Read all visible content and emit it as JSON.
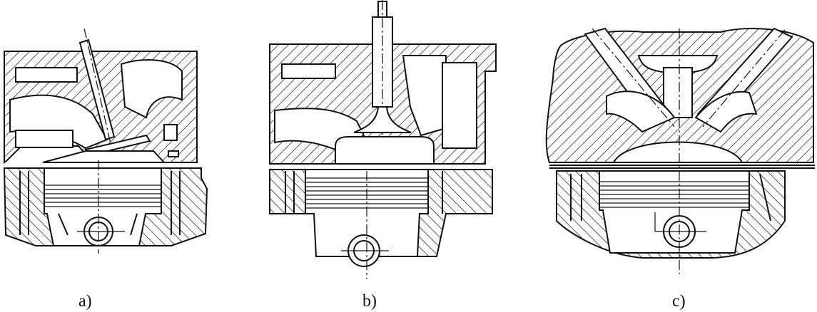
{
  "figure": {
    "panels": [
      {
        "label": "a)",
        "subject": "combustion-chamber-inclined-valve"
      },
      {
        "label": "b)",
        "subject": "combustion-chamber-vertical-valve"
      },
      {
        "label": "c)",
        "subject": "combustion-chamber-pent-roof-dome"
      }
    ]
  },
  "colors": {
    "ink": "#111111",
    "background": "#ffffff"
  }
}
